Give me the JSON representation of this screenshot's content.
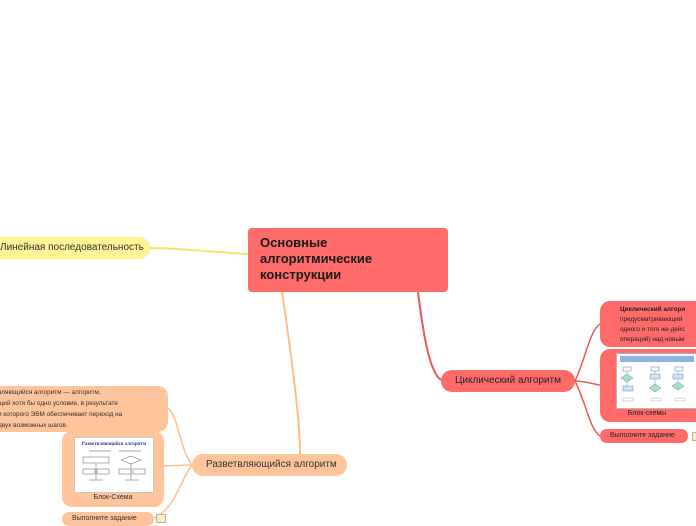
{
  "central": {
    "line1": "Основные",
    "line2": "алгоритмические",
    "line3": "конструкции"
  },
  "linear": {
    "label": "Линейная последовательность"
  },
  "branching": {
    "label": "Разветвляющийся алгоритм",
    "description": {
      "line1": "вляющийся алгоритм — алгоритм,",
      "line2": "щий хотя бы одно условие, в результате",
      "line3": "и которого ЭВМ обеспечивает переход на",
      "line4": "двух возможных шагов."
    },
    "image_title": "Разветвляющийся алгоритм",
    "image_caption": "Блок-Схема",
    "task": "Выполните задание"
  },
  "cyclic": {
    "label": "Циклический алгоритм",
    "description": {
      "line1": "Циклический алгори",
      "line2": "предусматривающий",
      "line3": "одного и того же дейс",
      "line4": "операций) над новым"
    },
    "image_caption": "Блок-схемы",
    "task": "Выполните задание"
  },
  "colors": {
    "central": "#ff6b68",
    "linear": "#fff596",
    "branching": "#ffc49c",
    "cyclic": "#ff6b68",
    "link_linear": "#f2e56b",
    "link_branch": "#ffbe8c",
    "link_cyclic": "#e65a57"
  }
}
